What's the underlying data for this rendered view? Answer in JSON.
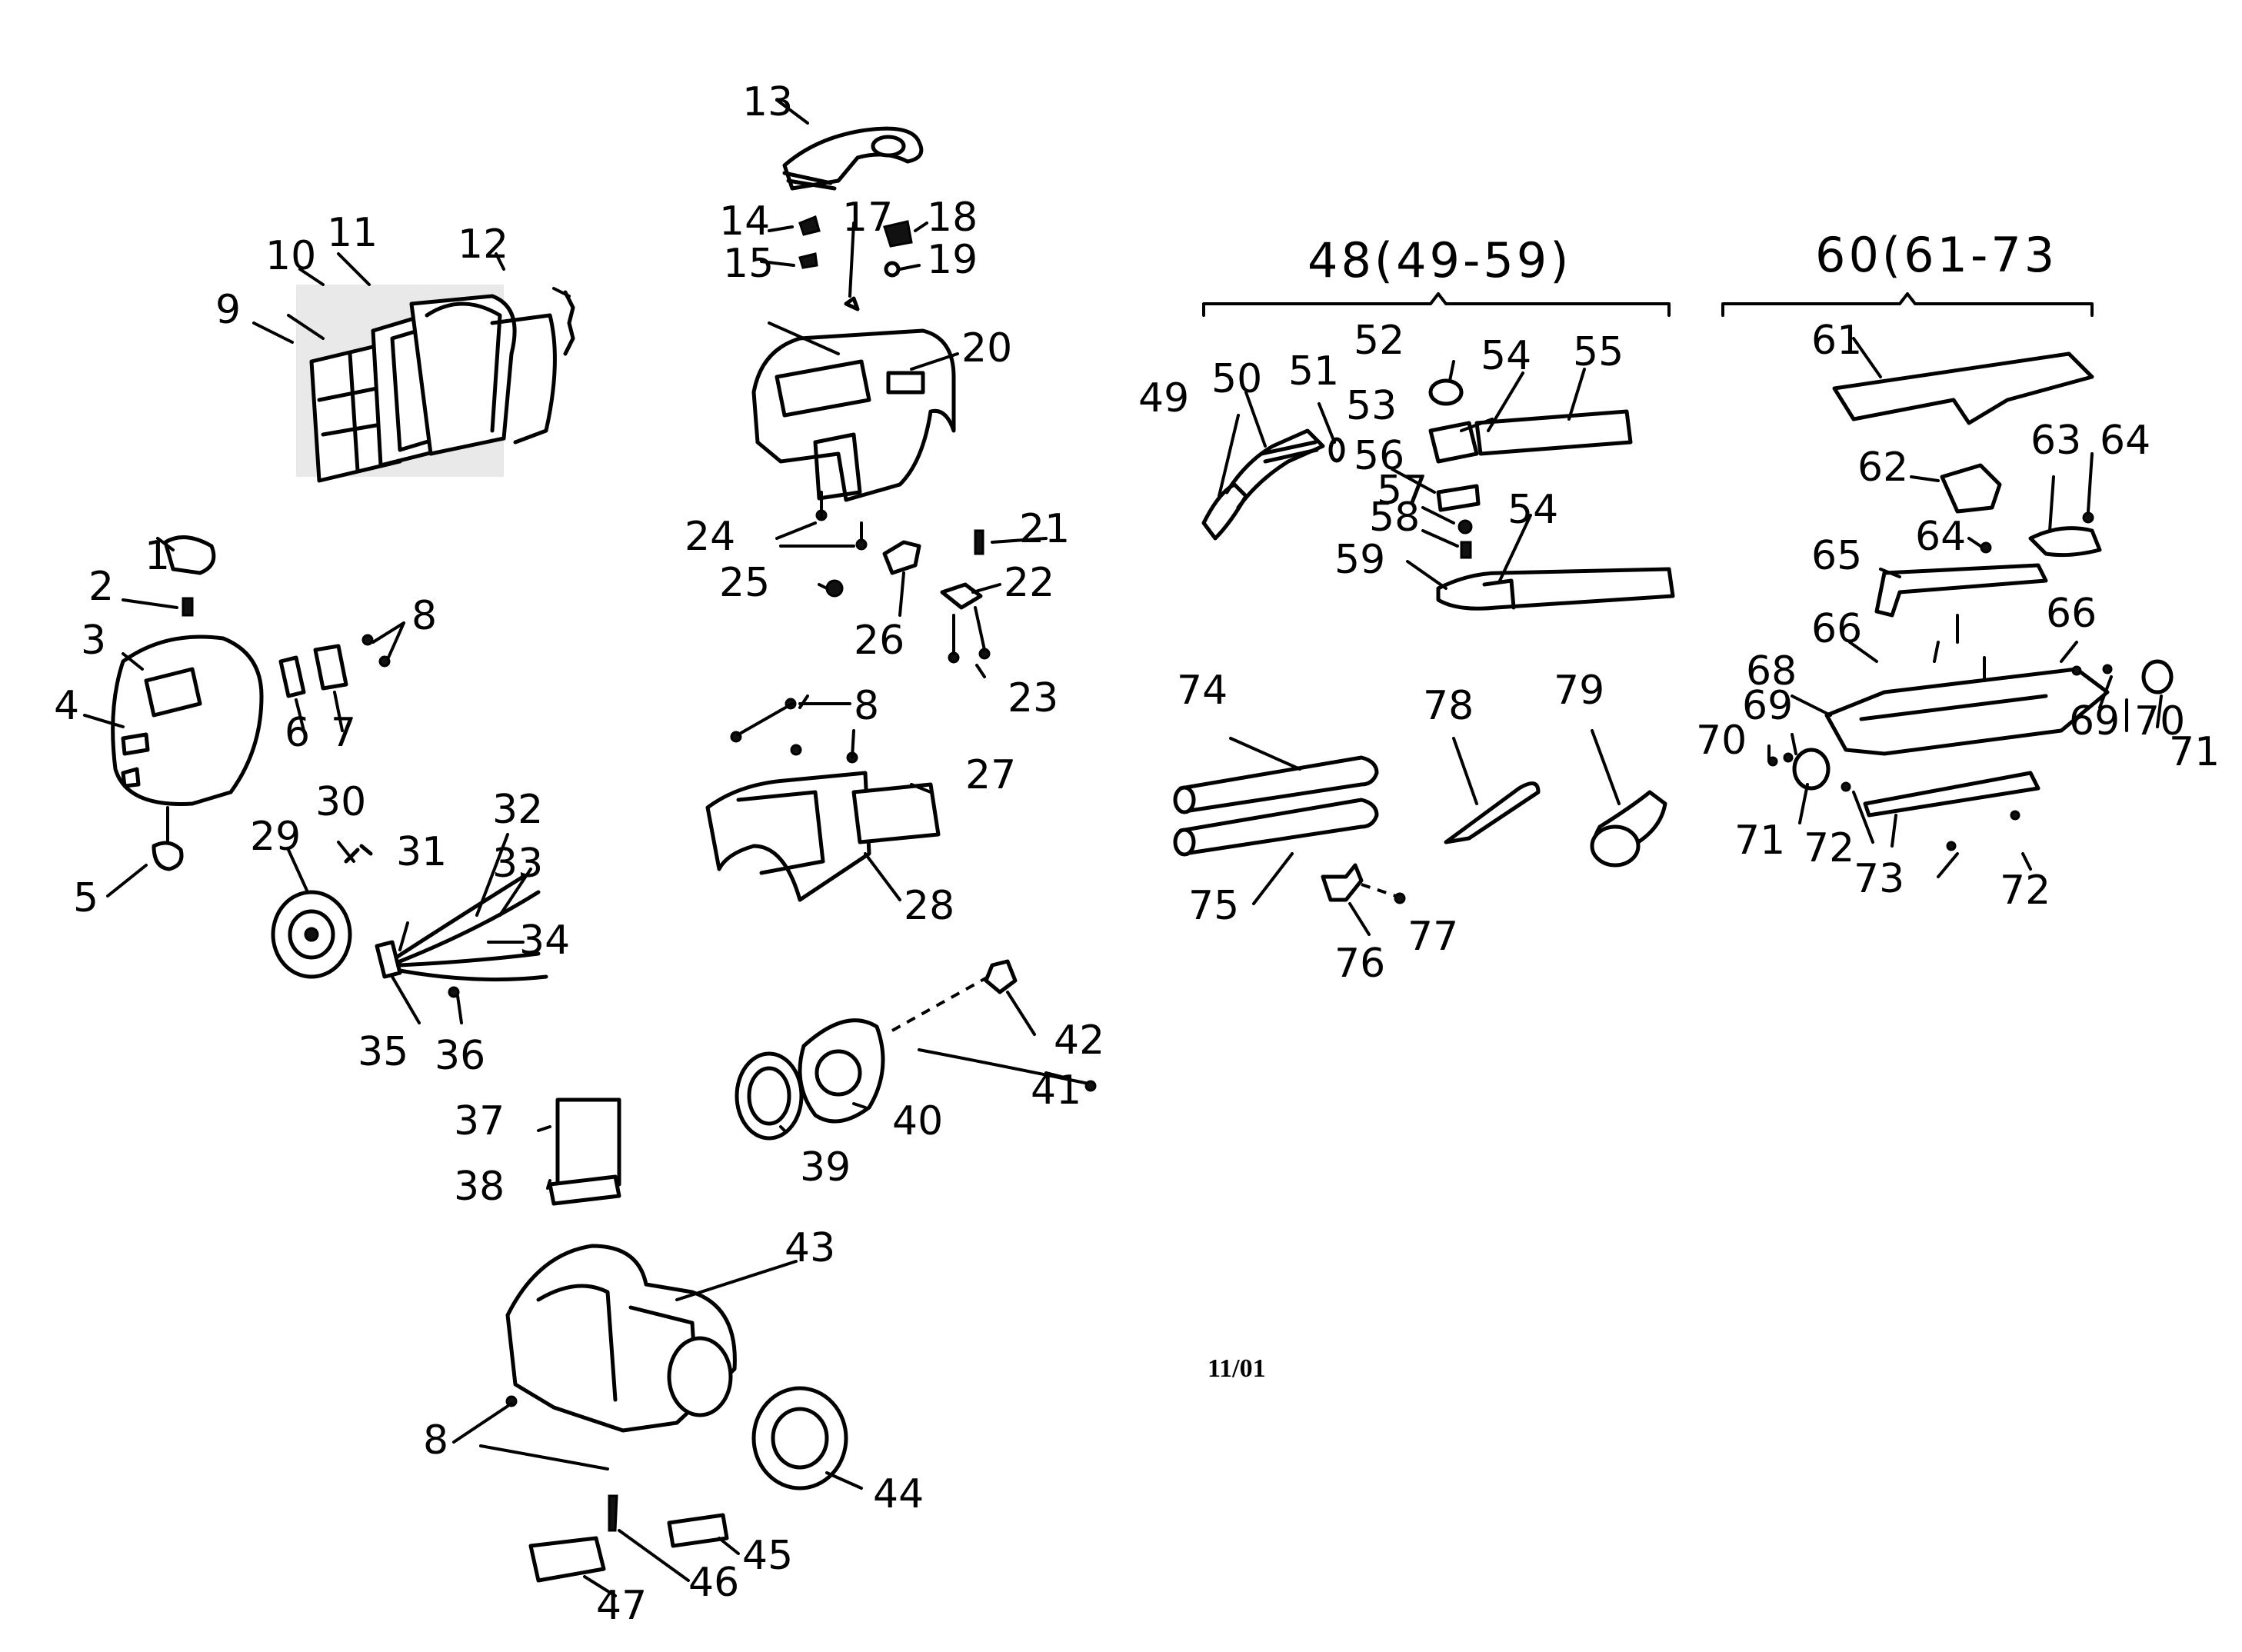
{
  "diagram": {
    "date_code": "11/01",
    "group_labels": [
      {
        "id": "group-48",
        "text": "48(49-59)"
      },
      {
        "id": "group-60",
        "text": "60(61-73"
      }
    ],
    "part_numbers": [
      "1",
      "2",
      "3",
      "4",
      "5",
      "6",
      "7",
      "8",
      "9",
      "10",
      "11",
      "12",
      "13",
      "14",
      "15",
      "17",
      "18",
      "19",
      "20",
      "21",
      "22",
      "23",
      "24",
      "25",
      "26",
      "27",
      "28",
      "29",
      "30",
      "31",
      "32",
      "33",
      "34",
      "35",
      "36",
      "37",
      "38",
      "39",
      "40",
      "41",
      "42",
      "43",
      "44",
      "45",
      "46",
      "47",
      "49",
      "50",
      "51",
      "52",
      "53",
      "54",
      "55",
      "56",
      "57",
      "58",
      "59",
      "61",
      "62",
      "63",
      "64",
      "65",
      "66",
      "68",
      "69",
      "70",
      "71",
      "72",
      "73",
      "74",
      "75",
      "76",
      "77",
      "78",
      "79"
    ]
  }
}
